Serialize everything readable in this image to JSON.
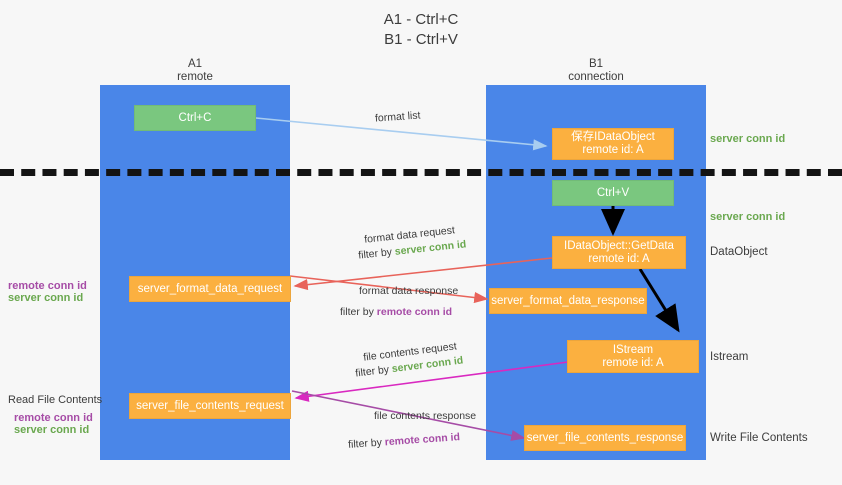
{
  "title": {
    "line1": "A1 - Ctrl+C",
    "line2": "B1 - Ctrl+V"
  },
  "columns": [
    {
      "name": "A1",
      "role": "remote"
    },
    {
      "name": "B1",
      "role": "connection"
    }
  ],
  "boxes": {
    "ctrl_c": "Ctrl+C",
    "ctrl_v": "Ctrl+V",
    "save_idataobject_l1": "保存IDataObject",
    "save_idataobject_l2": "remote id: A",
    "getdata_l1": "IDataObject::GetData",
    "getdata_l2": "remote id: A",
    "istream_l1": "IStream",
    "istream_l2": "remote id: A",
    "server_format_data_request": "server_format_data_request",
    "server_format_data_response": "server_format_data_response",
    "server_file_contents_request": "server_file_contents_request",
    "server_file_contents_response": "server_file_contents_response"
  },
  "side_labels": {
    "server_conn_id_top": "server conn id",
    "server_conn_id_mid": "server conn id",
    "dataobject": "DataObject",
    "istream": "Istream",
    "write_file_contents": "Write File Contents",
    "read_file_contents": "Read File Contents",
    "remote_conn_id_left_1": "remote conn id",
    "server_conn_id_left_1": "server conn id",
    "remote_conn_id_left_2": "remote conn id",
    "server_conn_id_left_2": "server conn id"
  },
  "arrows": {
    "format_list": "format list",
    "format_data_request": "format data request",
    "format_data_request_filter_prefix": "filter by ",
    "format_data_request_filter_target": "server conn id",
    "format_data_response": "format data response",
    "format_data_response_filter_prefix": "filter by ",
    "format_data_response_filter_target": "remote conn id",
    "file_contents_request": "file contents request",
    "file_contents_request_filter_prefix": "filter by ",
    "file_contents_request_filter_target": "server conn id",
    "file_contents_response": "file contents response",
    "file_contents_response_filter_prefix": "filter by ",
    "file_contents_response_filter_target": "remote conn id"
  },
  "colors": {
    "lane": "#4a86e8",
    "green_box": "#7ac77f",
    "orange_box": "#fbb040",
    "green_text": "#6aa84f",
    "purple_text": "#a64ca6",
    "background": "#f7f7f7",
    "arrow_blue": "#a8cdf0",
    "arrow_red": "#e8635a",
    "arrow_magenta": "#d929c0",
    "arrow_purple": "#a64ca6",
    "arrow_black": "#000000",
    "divider": "#141414"
  }
}
